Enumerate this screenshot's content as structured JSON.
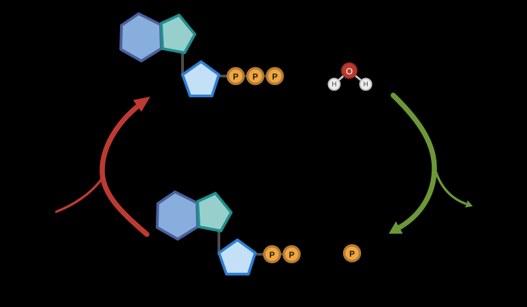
{
  "colors": {
    "background": "#000000",
    "adenine_hexagon_fill": "#87AEDC",
    "adenine_hexagon_stroke": "#4C5F9C",
    "adenine_pentagon_fill": "#97CFCC",
    "adenine_pentagon_stroke": "#1F8F8C",
    "ribose_fill": "#C3E0F7",
    "ribose_stroke": "#2F7FD0",
    "phosphate_fill": "#F0A73E",
    "phosphate_stroke": "#B37A36",
    "phosphate_label_color": "#1A1A1A",
    "bond": "#4D4D4D",
    "water_bond": "#C6C6C4",
    "oxygen_fill": "#B93A2D",
    "oxygen_stroke": "#9A2D22",
    "oxygen_label_color": "#FFFFFF",
    "hydrogen_fill": "#EDEDEB",
    "hydrogen_stroke": "#BFBFBD",
    "hydrogen_label_color": "#4A4A4A",
    "synthesis_arrow": "#BE3A30",
    "hydrolysis_arrow": "#6C9838"
  },
  "glyphs": {
    "synthesis_arrow": "curved-arrow-up-red",
    "hydrolysis_arrow": "curved-arrow-down-green-two-heads"
  },
  "atp": {
    "phosphates": [
      "P",
      "P",
      "P"
    ]
  },
  "adp": {
    "phosphates": [
      "P",
      "P"
    ]
  },
  "free_phosphate": {
    "label": "P"
  },
  "water": {
    "oxygen_label": "O",
    "hydrogen_labels": [
      "H",
      "H"
    ]
  }
}
